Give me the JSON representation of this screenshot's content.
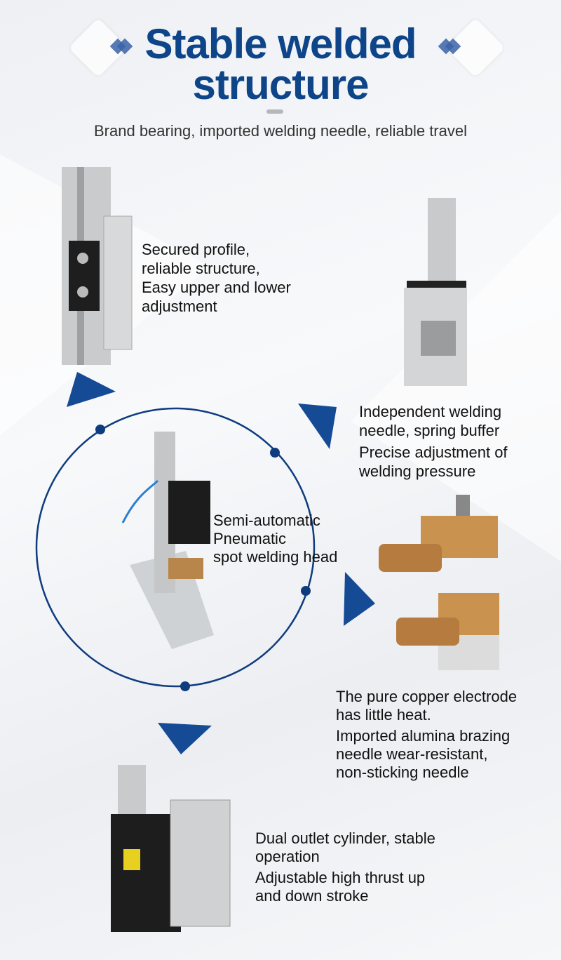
{
  "header": {
    "title_line1": "Stable welded",
    "title_line2": "structure",
    "subtitle": "Brand bearing, imported welding needle, reliable travel"
  },
  "features": {
    "profile": [
      "Secured profile,",
      "reliable structure,",
      "Easy upper and lower",
      "adjustment"
    ],
    "needle": [
      "Independent welding",
      "needle, spring buffer",
      "Precise adjustment of",
      "welding pressure"
    ],
    "center": [
      "Semi-automatic",
      "Pneumatic",
      "spot welding head"
    ],
    "electrode": [
      "The pure copper electrode",
      "has little heat.",
      "Imported alumina brazing",
      "needle wear-resistant,",
      "non-sticking needle"
    ],
    "cylinder": [
      "Dual outlet cylinder, stable",
      "operation",
      "Adjustable high thrust up",
      "and down stroke"
    ]
  },
  "colors": {
    "accent": "#0e4589",
    "triangle": "#154a94"
  }
}
